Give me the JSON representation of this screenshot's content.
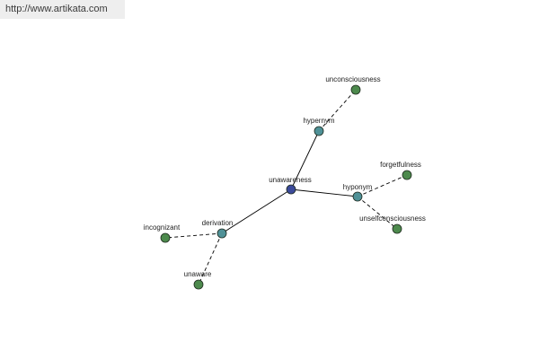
{
  "source_link": "http://www.artikata.com",
  "graph": {
    "colors": {
      "center": "#3b4a9a",
      "relation": "#4f9197",
      "term": "#4d8a4d",
      "edge": "#000000",
      "node_stroke": "#1e2a1e"
    },
    "nodes": [
      {
        "id": "unawareness",
        "label": "unawareness",
        "kind": "center"
      },
      {
        "id": "hypernym",
        "label": "hypernym",
        "kind": "relation"
      },
      {
        "id": "hyponym",
        "label": "hyponym",
        "kind": "relation"
      },
      {
        "id": "derivation",
        "label": "derivation",
        "kind": "relation"
      },
      {
        "id": "unconsciousness",
        "label": "unconsciousness",
        "kind": "term"
      },
      {
        "id": "forgetfulness",
        "label": "forgetfulness",
        "kind": "term"
      },
      {
        "id": "unselfconsciousness",
        "label": "unselfconsciousness",
        "kind": "term"
      },
      {
        "id": "incognizant",
        "label": "incognizant",
        "kind": "term"
      },
      {
        "id": "unaware",
        "label": "unaware",
        "kind": "term"
      }
    ],
    "edges": [
      {
        "from": "unawareness",
        "to": "hypernym",
        "style": "solid"
      },
      {
        "from": "unawareness",
        "to": "hyponym",
        "style": "solid"
      },
      {
        "from": "unawareness",
        "to": "derivation",
        "style": "solid"
      },
      {
        "from": "hypernym",
        "to": "unconsciousness",
        "style": "dashed"
      },
      {
        "from": "hyponym",
        "to": "forgetfulness",
        "style": "dashed"
      },
      {
        "from": "hyponym",
        "to": "unselfconsciousness",
        "style": "dashed"
      },
      {
        "from": "derivation",
        "to": "incognizant",
        "style": "dashed"
      },
      {
        "from": "derivation",
        "to": "unaware",
        "style": "dashed"
      }
    ]
  }
}
